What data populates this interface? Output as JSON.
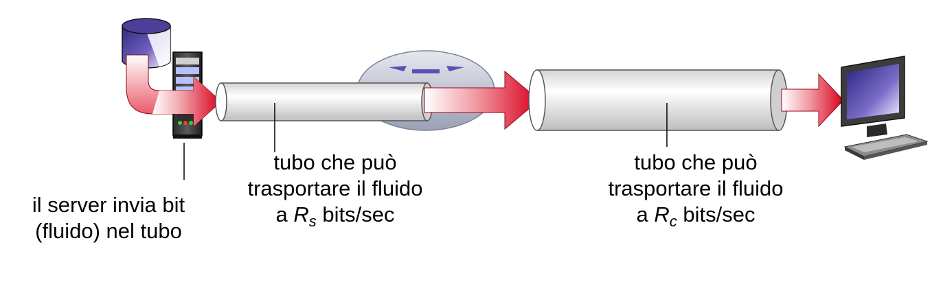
{
  "server_label": {
    "line1": "il server invia bit",
    "line2": "(fluido) nel tubo"
  },
  "pipe_s": {
    "line1": "tubo che può",
    "line2": "trasportare il fluido",
    "line3_prefix": "a ",
    "rate_symbol": "R",
    "rate_subscript": "s",
    "line3_suffix": " bits/sec"
  },
  "pipe_c": {
    "line1": "tubo che può",
    "line2": "trasportare il fluido",
    "line3_prefix": "a ",
    "rate_symbol": "R",
    "rate_subscript": "c",
    "line3_suffix": " bits/sec"
  },
  "icons": [
    "database-icon",
    "server-icon",
    "router-icon",
    "desktop-computer-icon"
  ],
  "colors": {
    "flow_arrow": "#d8001c",
    "pipe": "#d9d9d9",
    "router": "#b6bccc",
    "database": "#4b3f9a"
  }
}
